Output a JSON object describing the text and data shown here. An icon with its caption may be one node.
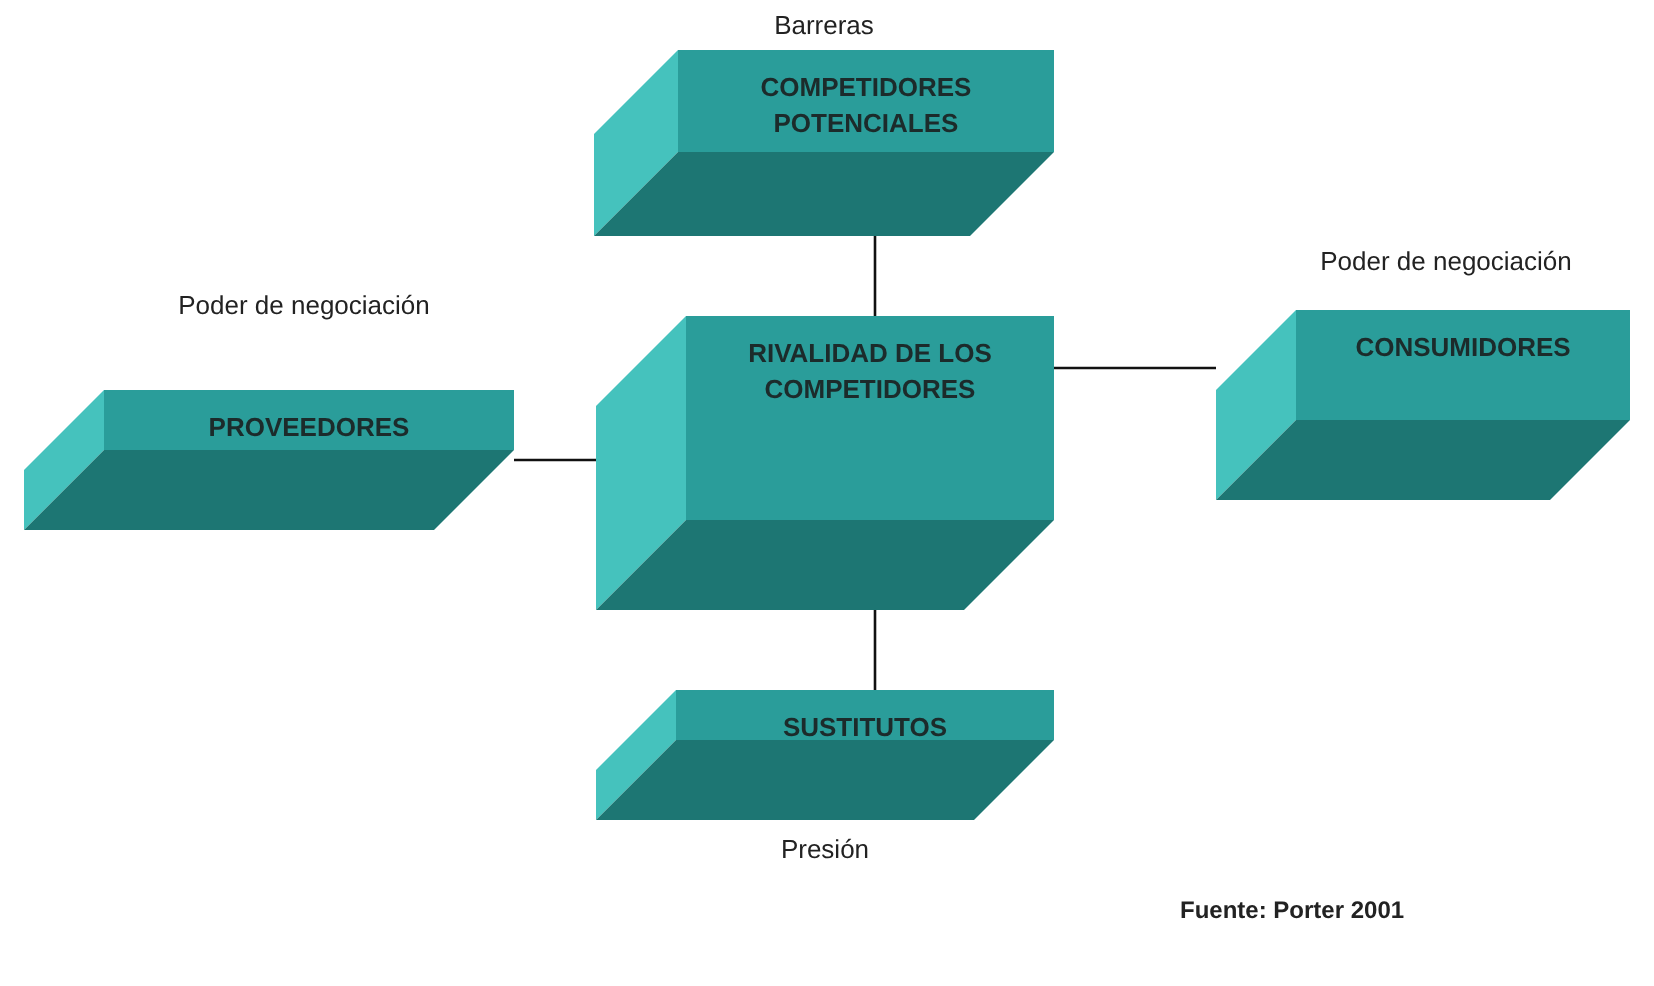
{
  "diagram": {
    "nodes": [
      {
        "text": [
          "COMPETIDORES POTENCIALES"
        ],
        "beside": [
          "Barreras"
        ]
      },
      {
        "text": [
          "PROVEEDORES"
        ],
        "beside": [
          "Poder de negociación"
        ]
      },
      {
        "text": [
          "RIVALIDAD DE LOS COMPETIDORES"
        ]
      },
      {
        "text": [
          "CONSUMIDORES"
        ],
        "beside": [
          "Poder de negociación"
        ]
      },
      {
        "text": [
          "SUSTITUTOS"
        ],
        "beside": [
          "Presión"
        ]
      }
    ],
    "edges": [
      {
        "from": 0,
        "to": 2,
        "arrow": "none"
      },
      {
        "from": 1,
        "to": 2,
        "arrow": "none"
      },
      {
        "from": 2,
        "to": 3,
        "arrow": "none"
      },
      {
        "from": 2,
        "to": 4,
        "arrow": "none"
      }
    ],
    "labels": [
      "Fuente: Porter 2001"
    ]
  }
}
